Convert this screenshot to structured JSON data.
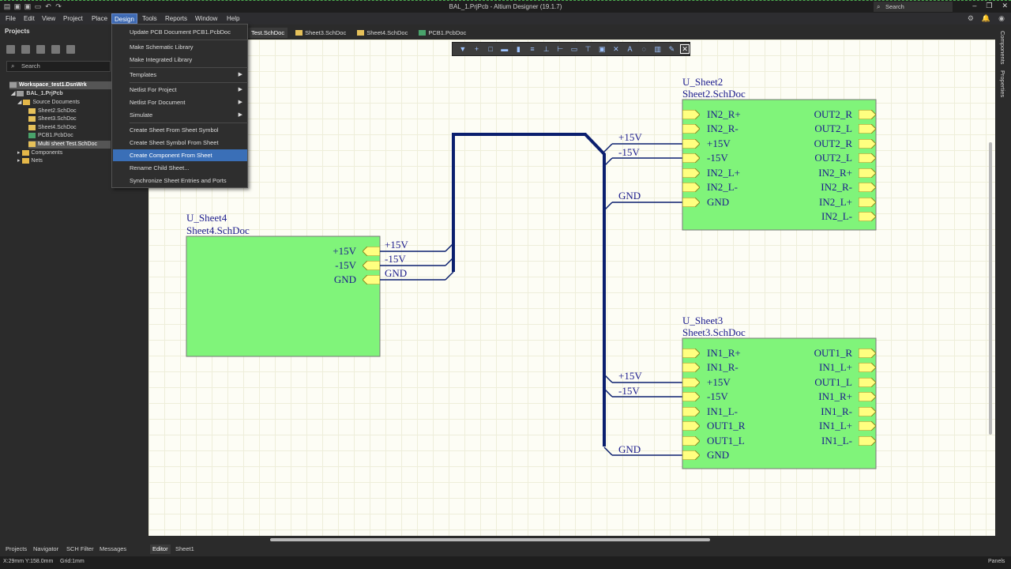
{
  "window": {
    "title": "BAL_1.PrjPcb - Altium Designer (19.1.7)",
    "search_label": "Search"
  },
  "menubar": [
    "File",
    "Edit",
    "View",
    "Project",
    "Place",
    "Design",
    "Tools",
    "Reports",
    "Window",
    "Help"
  ],
  "projects_panel": {
    "title": "Projects",
    "search_placeholder": "Search",
    "tree": [
      {
        "label": "Workspace_test1.DsnWrk",
        "icon": "workspace-icon"
      },
      {
        "label": "BAL_1.PrjPcb",
        "icon": "project-icon"
      },
      {
        "label": "Source Documents",
        "icon": "folder-icon"
      },
      {
        "label": "Sheet2.SchDoc",
        "icon": "schematic-icon"
      },
      {
        "label": "Sheet3.SchDoc",
        "icon": "schematic-icon"
      },
      {
        "label": "Sheet4.SchDoc",
        "icon": "schematic-icon"
      },
      {
        "label": "PCB1.PcbDoc",
        "icon": "pcb-icon"
      },
      {
        "label": "Multi sheet Test.SchDoc",
        "icon": "schematic-icon"
      },
      {
        "label": "Components",
        "icon": "folder-icon"
      },
      {
        "label": "Nets",
        "icon": "folder-icon"
      }
    ]
  },
  "doc_tabs": [
    {
      "label": "Test.SchDoc",
      "active": true
    },
    {
      "label": "Sheet3.SchDoc"
    },
    {
      "label": "Sheet4.SchDoc"
    },
    {
      "label": "PCB1.PcbDoc"
    }
  ],
  "design_menu": {
    "items": [
      {
        "label": "Update PCB Document PCB1.PcbDoc"
      },
      {
        "label": "Make Schematic Library"
      },
      {
        "label": "Make Integrated Library"
      },
      {
        "label": "Templates",
        "submenu": true
      },
      {
        "label": "Netlist For Project",
        "submenu": true
      },
      {
        "label": "Netlist For Document",
        "submenu": true
      },
      {
        "label": "Simulate",
        "submenu": true
      },
      {
        "label": "Create Sheet From Sheet Symbol"
      },
      {
        "label": "Create Sheet Symbol From Sheet"
      },
      {
        "label": "Create Component From Sheet",
        "highlighted": true
      },
      {
        "label": "Rename Child Sheet..."
      },
      {
        "label": "Synchronize Sheet Entries and Ports"
      }
    ]
  },
  "schematic": {
    "colors": {
      "sheet_fill": "#80f47a",
      "wire": "#0b1f6e",
      "text": "#1a1a8c",
      "entry_fill": "#ffff80"
    },
    "sheet4": {
      "designator": "U_Sheet4",
      "filename": "Sheet4.SchDoc",
      "entries": [
        "+15V",
        "-15V",
        "GND"
      ]
    },
    "sheet2": {
      "designator": "U_Sheet2",
      "filename": "Sheet2.SchDoc",
      "left_entries": [
        "IN2_R+",
        "IN2_R-",
        "+15V",
        "-15V",
        "IN2_L+",
        "IN2_L-",
        "GND"
      ],
      "right_entries": [
        "OUT2_R",
        "OUT2_L",
        "OUT2_R",
        "OUT2_L",
        "IN2_R+",
        "IN2_R-",
        "IN2_L+",
        "IN2_L-"
      ]
    },
    "sheet3": {
      "designator": "U_Sheet3",
      "filename": "Sheet3.SchDoc",
      "left_entries": [
        "IN1_R+",
        "IN1_R-",
        "+15V",
        "-15V",
        "IN1_L-",
        "OUT1_R",
        "OUT1_L",
        "GND"
      ],
      "right_entries": [
        "OUT1_R",
        "IN1_L+",
        "OUT1_L",
        "IN1_R+",
        "IN1_R-",
        "IN1_L+",
        "IN1_L-"
      ]
    },
    "net_labels": {
      "sheet4": [
        "+15V",
        "-15V",
        "GND"
      ],
      "sheet2": [
        "+15V",
        "-15V",
        "GND"
      ],
      "sheet3": [
        "+15V",
        "-15V",
        "GND"
      ]
    }
  },
  "right_dock": [
    "Components",
    "Properties"
  ],
  "bottom_tabs": {
    "left": [
      "Projects",
      "Navigator",
      "SCH Filter",
      "Messages"
    ],
    "editor": [
      "Editor",
      "Sheet1"
    ]
  },
  "status": {
    "coords": "X:29mm Y:158.0mm",
    "grid": "Grid:1mm",
    "panels": "Panels"
  }
}
